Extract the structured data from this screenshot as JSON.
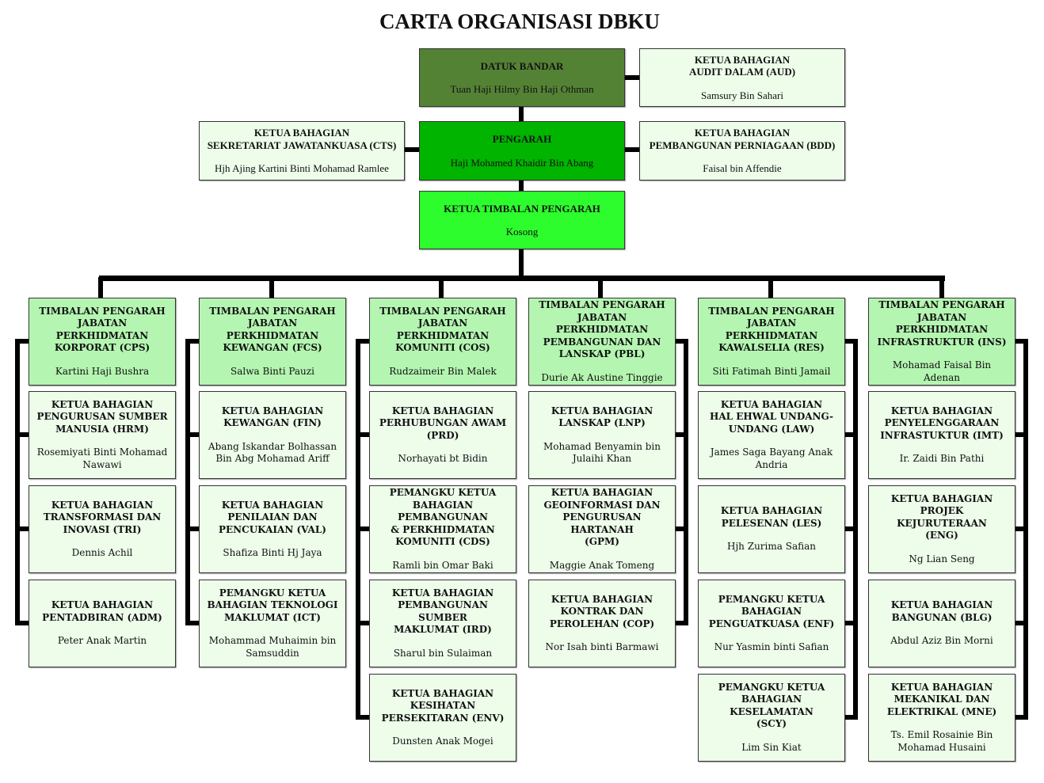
{
  "title": "CARTA ORGANISASI DBKU",
  "colors": {
    "datuk_bandar": "#548235",
    "pengarah": "#00b400",
    "ketua_timbalan": "#2dfc2d",
    "department_head": "#b4f6b1",
    "division": "#edfdea",
    "connector": "#000000"
  },
  "top": {
    "datuk_bandar": {
      "title": "DATUK BANDAR",
      "name": "Tuan Haji Hilmy Bin Haji Othman"
    },
    "audit": {
      "title": "KETUA BAHAGIAN\nAUDIT DALAM (AUD)",
      "name": "Samsury Bin Sahari"
    },
    "cts": {
      "title": "KETUA BAHAGIAN\nSEKRETARIAT JAWATANKUASA (CTS)",
      "name": "Hjh Ajing Kartini Binti Mohamad Ramlee"
    },
    "pengarah": {
      "title": "PENGARAH",
      "name": "Haji Mohamed Khaidir Bin Abang"
    },
    "bdd": {
      "title": "KETUA BAHAGIAN\nPEMBANGUNAN PERNIAGAAN (BDD)",
      "name": "Faisal bin Affendie"
    },
    "ketua_timbalan": {
      "title": "KETUA TIMBALAN PENGARAH",
      "name": "Kosong"
    }
  },
  "columns": [
    {
      "head": {
        "title": "TIMBALAN PENGARAH\nJABATAN PERKHIDMATAN\nKORPORAT (CPS)",
        "name": "Kartini Haji Bushra"
      },
      "divisions": [
        {
          "title": "KETUA BAHAGIAN\nPENGURUSAN SUMBER\nMANUSIA (HRM)",
          "name": "Rosemiyati Binti Mohamad\nNawawi"
        },
        {
          "title": "KETUA BAHAGIAN\nTRANSFORMASI DAN\nINOVASI (TRI)",
          "name": "Dennis Achil"
        },
        {
          "title": "KETUA BAHAGIAN\nPENTADBIRAN (ADM)",
          "name": "Peter Anak Martin"
        }
      ]
    },
    {
      "head": {
        "title": "TIMBALAN PENGARAH\nJABATAN PERKHIDMATAN\nKEWANGAN (FCS)",
        "name": "Salwa Binti Pauzi"
      },
      "divisions": [
        {
          "title": "KETUA BAHAGIAN\nKEWANGAN (FIN)",
          "name": "Abang Iskandar Bolhassan\nBin Abg Mohamad Ariff"
        },
        {
          "title": "KETUA BAHAGIAN\nPENILAIAN DAN\nPENCUKAIAN (VAL)",
          "name": "Shafiza Binti Hj Jaya"
        },
        {
          "title": "PEMANGKU KETUA\nBAHAGIAN TEKNOLOGI\nMAKLUMAT (ICT)",
          "name": "Mohammad Muhaimin bin\nSamsuddin"
        }
      ]
    },
    {
      "head": {
        "title": "TIMBALAN PENGARAH\nJABATAN PERKHIDMATAN\nKOMUNITI  (COS)",
        "name": "Rudzaimeir Bin Malek"
      },
      "divisions": [
        {
          "title": "KETUA BAHAGIAN\nPERHUBUNGAN AWAM\n(PRD)",
          "name": "Norhayati bt Bidin"
        },
        {
          "title": "PEMANGKU KETUA\nBAHAGIAN PEMBANGUNAN\n& PERKHIDMATAN\nKOMUNITI (CDS)",
          "name": "Ramli bin Omar Baki"
        },
        {
          "title": "KETUA BAHAGIAN\nPEMBANGUNAN SUMBER\nMAKLUMAT (IRD)",
          "name": "Sharul bin Sulaiman"
        },
        {
          "title": "KETUA BAHAGIAN\nKESIHATAN\nPERSEKITARAN (ENV)",
          "name": "Dunsten Anak Mogei"
        }
      ]
    },
    {
      "head": {
        "title": "TIMBALAN PENGARAH\nJABATAN PERKHIDMATAN\nPEMBANGUNAN DAN\nLANSKAP (PBL)",
        "name": "Durie Ak Austine Tinggie"
      },
      "divisions": [
        {
          "title": "KETUA BAHAGIAN\nLANSKAP (LNP)",
          "name": "Mohamad Benyamin bin\nJulaihi Khan"
        },
        {
          "title": "KETUA BAHAGIAN\nGEOINFORMASI DAN\nPENGURUSAN HARTANAH\n(GPM)",
          "name": "Maggie Anak Tomeng"
        },
        {
          "title": "KETUA BAHAGIAN\nKONTRAK DAN\nPEROLEHAN (COP)",
          "name": "Nor Isah binti Barmawi"
        }
      ]
    },
    {
      "head": {
        "title": "TIMBALAN PENGARAH\nJABATAN PERKHIDMATAN\nKAWALSELIA (RES)",
        "name": "Siti Fatimah Binti Jamail"
      },
      "divisions": [
        {
          "title": "KETUA BAHAGIAN\nHAL EHWAL UNDANG-\nUNDANG (LAW)",
          "name": "James Saga Bayang Anak\nAndria"
        },
        {
          "title": "KETUA BAHAGIAN\nPELESENAN (LES)",
          "name": "Hjh Zurima Safian"
        },
        {
          "title": "PEMANGKU KETUA\nBAHAGIAN\nPENGUATKUASA (ENF)",
          "name": "Nur Yasmin binti Safian"
        },
        {
          "title": "PEMANGKU KETUA\nBAHAGIAN KESELAMATAN\n(SCY)",
          "name": "Lim Sin Kiat"
        }
      ]
    },
    {
      "head": {
        "title": "TIMBALAN PENGARAH\nJABATAN PERKHIDMATAN\nINFRASTRUKTUR (INS)",
        "name": "Mohamad Faisal Bin Adenan"
      },
      "divisions": [
        {
          "title": "KETUA BAHAGIAN\nPENYELENGGARAAN\nINFRASTUKTUR (IMT)",
          "name": "Ir. Zaidi Bin Pathi"
        },
        {
          "title": "KETUA BAHAGIAN\nPROJEK KEJURUTERAAN\n(ENG)",
          "name": "Ng Lian Seng"
        },
        {
          "title": "KETUA BAHAGIAN\nBANGUNAN (BLG)",
          "name": "Abdul Aziz Bin Morni"
        },
        {
          "title": "KETUA BAHAGIAN\nMEKANIKAL DAN\nELEKTRIKAL (MNE)",
          "name": "Ts. Emil Rosainie Bin\nMohamad Husaini"
        }
      ]
    }
  ]
}
